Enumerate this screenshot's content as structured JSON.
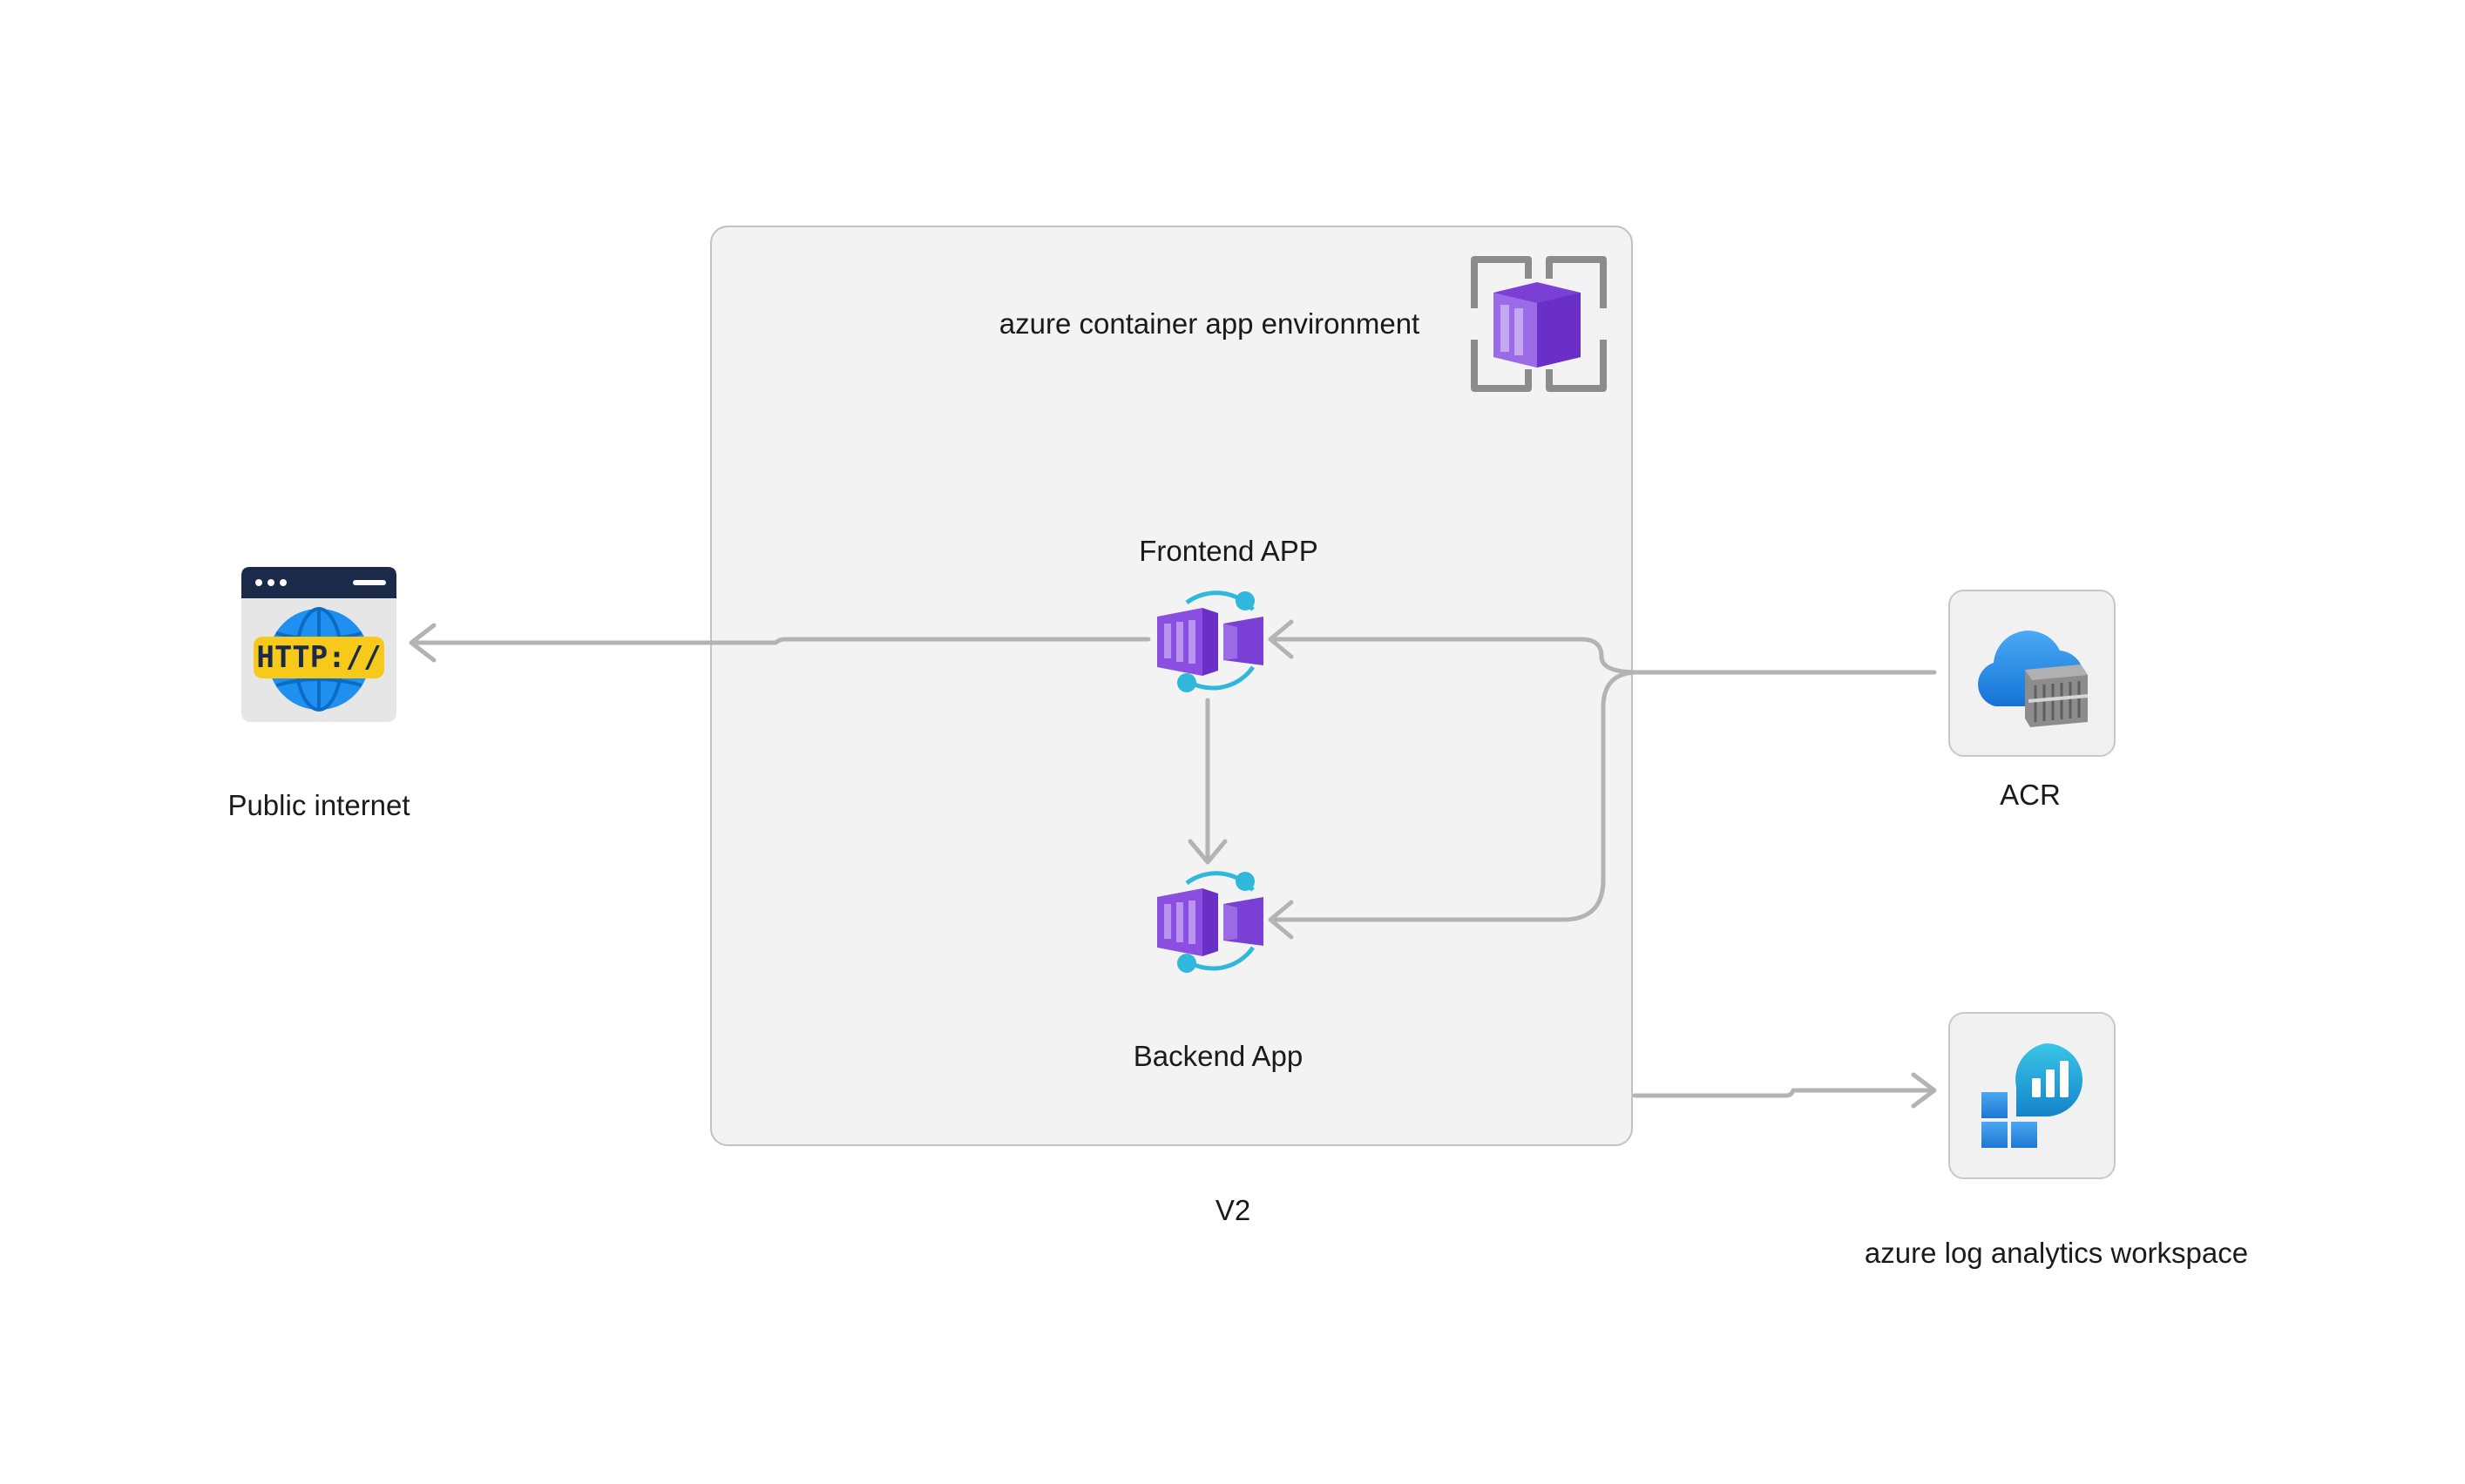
{
  "environment": {
    "title": "azure container app environment",
    "caption": "V2",
    "icon": "container-apps-environment-icon"
  },
  "nodes": {
    "public_internet": {
      "label": "Public internet",
      "icon": "http-globe-icon"
    },
    "frontend": {
      "label": "Frontend APP",
      "icon": "container-app-icon"
    },
    "backend": {
      "label": "Backend App",
      "icon": "container-app-icon"
    },
    "acr": {
      "label": "ACR",
      "icon": "container-registry-icon"
    },
    "log_analytics": {
      "label": "azure log analytics workspace",
      "icon": "log-analytics-icon"
    }
  },
  "edges": [
    {
      "from": "frontend",
      "to": "public_internet"
    },
    {
      "from": "frontend",
      "to": "backend"
    },
    {
      "from": "acr",
      "to": "frontend"
    },
    {
      "from": "acr",
      "to": "backend"
    },
    {
      "from": "environment",
      "to": "log_analytics"
    }
  ],
  "colors": {
    "arrow": "#b3b3b3",
    "purple": "#7a3fd4",
    "cyan": "#2fb7dc",
    "blue": "#1f8ff0",
    "http_yellow": "#f6c91a",
    "navy": "#1c2a4a"
  }
}
